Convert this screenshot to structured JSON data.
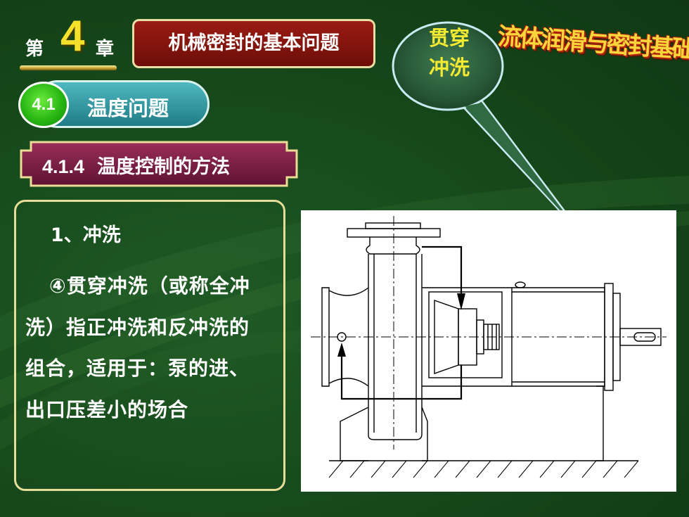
{
  "chapter": {
    "prefix": "第",
    "number": "4",
    "suffix": "章"
  },
  "chapter_title": "机械密封的基本问题",
  "section": {
    "number": "4.1",
    "title": "温度问题"
  },
  "subsection": {
    "number": "4.1.4",
    "title": "温度控制的方法"
  },
  "content": {
    "item_title": "1、冲洗",
    "body": "④贯穿冲洗（或称全冲洗）指正冲洗和反冲洗的组合，适用于：泵的进、出口压差小的场合"
  },
  "callout": {
    "line1": "贯穿",
    "line2": "冲洗"
  },
  "course_logo": {
    "text": "流体润滑与密封基础"
  },
  "colors": {
    "background": "#174a1c",
    "chapter_number": "#f5e12c",
    "chapter_title_bg": "#8a1710",
    "section_pill": "#2f9aa3",
    "section_badge": "#29b714",
    "subsection_bg": "#7a1d45",
    "callout_text": "#f4ea31",
    "logo_text": "#fbd63b"
  }
}
